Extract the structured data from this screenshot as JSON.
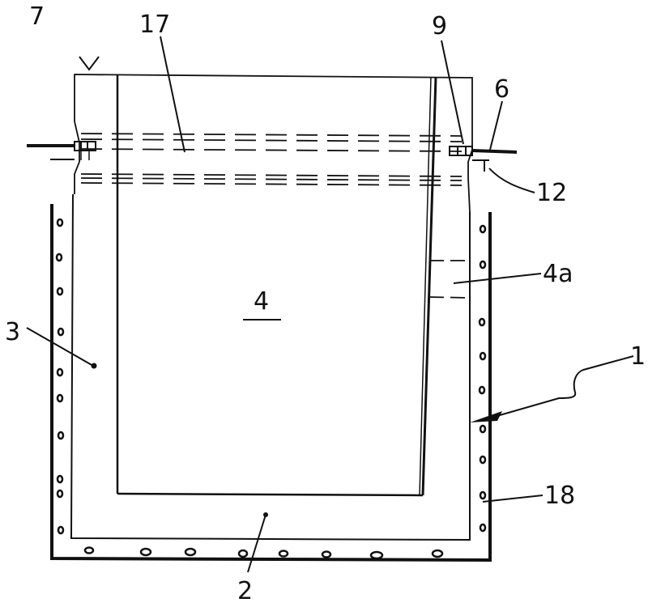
{
  "figure": {
    "labels": {
      "l7": "7",
      "l17": "17",
      "l9": "9",
      "l6": "6",
      "l12": "12",
      "l4a": "4a",
      "l4": "4",
      "l3": "3",
      "l1": "1",
      "l18": "18",
      "l2": "2"
    },
    "colors": {
      "ink": "#111111",
      "paper": "#ffffff"
    }
  }
}
